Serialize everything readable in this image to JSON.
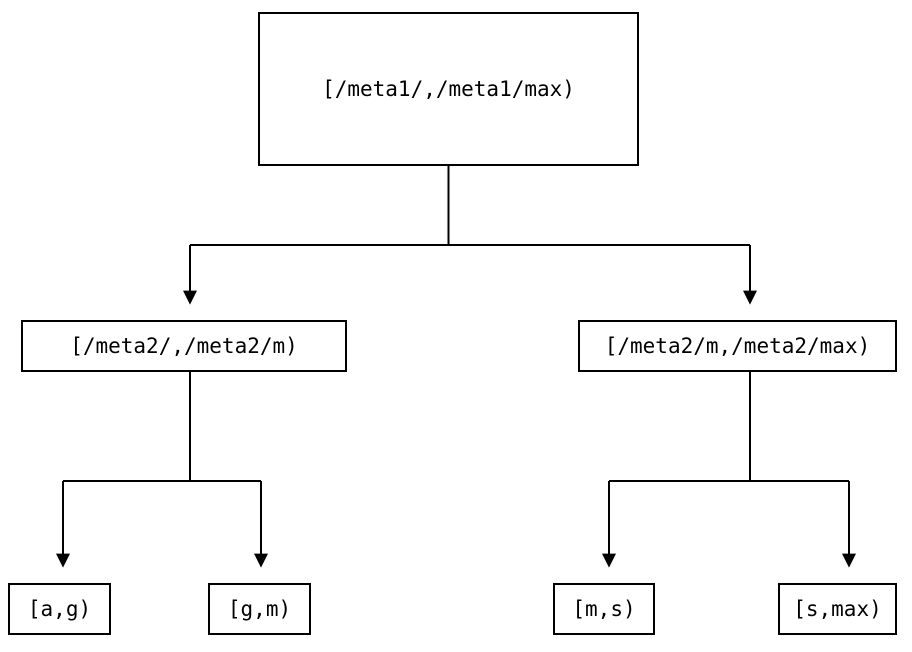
{
  "diagram": {
    "type": "tree",
    "orientation": "top-down",
    "background_color": "#ffffff",
    "stroke_color": "#000000",
    "stroke_width": 2,
    "arrowhead": "filled-triangle",
    "nodes": {
      "root": {
        "label": "[/meta1/,/meta1/max)"
      },
      "meta2_low": {
        "label": "[/meta2/,/meta2/m)"
      },
      "meta2_high": {
        "label": "[/meta2/m,/meta2/max)"
      },
      "leaf_ag": {
        "label": "[a,g)"
      },
      "leaf_gm": {
        "label": "[g,m)"
      },
      "leaf_ms": {
        "label": "[m,s)"
      },
      "leaf_smax": {
        "label": "[s,max)"
      }
    },
    "edges": [
      {
        "from": "root",
        "to": "meta2_low"
      },
      {
        "from": "root",
        "to": "meta2_high"
      },
      {
        "from": "meta2_low",
        "to": "leaf_ag"
      },
      {
        "from": "meta2_low",
        "to": "leaf_gm"
      },
      {
        "from": "meta2_high",
        "to": "leaf_ms"
      },
      {
        "from": "meta2_high",
        "to": "leaf_smax"
      }
    ]
  }
}
